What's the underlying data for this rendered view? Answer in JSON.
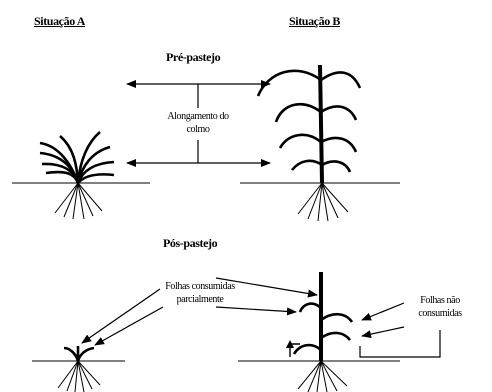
{
  "headers": {
    "situation_a": "Situação A",
    "situation_b": "Situação B"
  },
  "sections": {
    "pre": "Pré-pastejo",
    "post": "Pós-pastejo"
  },
  "annotations": {
    "stem_elongation": [
      "Alongamento do",
      "colmo"
    ],
    "partially_consumed": [
      "Folhas consumidas",
      "parcialmente"
    ],
    "not_consumed": [
      "Folhas não",
      "consumidas"
    ]
  }
}
